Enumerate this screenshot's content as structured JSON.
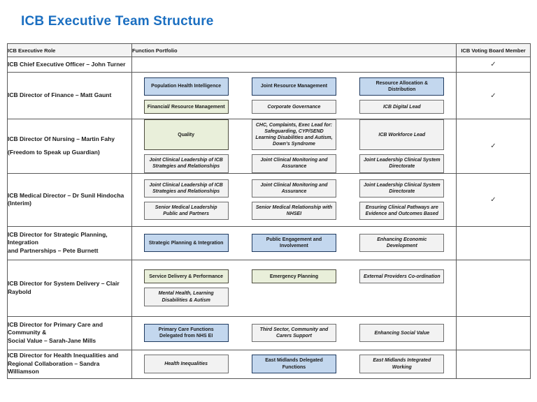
{
  "title": "ICB Executive Team Structure",
  "colors": {
    "title": "#1b6fc1",
    "blue_fill": "#c3d7ee",
    "blue_border": "#1f3a5f",
    "green_fill": "#e9efda",
    "green_border": "#4d4d3f",
    "plain_fill": "#f2f2f2",
    "plain_border": "#6e6e6e"
  },
  "table": {
    "headers": [
      "ICB Executive Role",
      "Function Portfolio",
      "ICB Voting Board Member"
    ],
    "check_glyph": "✓",
    "rows": [
      {
        "role_lines": [
          "ICB Chief Executive Officer – John Turner"
        ],
        "role_gap": false,
        "voting": true,
        "portfolio": [
          [],
          [],
          []
        ]
      },
      {
        "role_lines": [
          "ICB Director of Finance – Matt Gaunt"
        ],
        "role_gap": false,
        "voting": true,
        "portfolio": [
          [
            {
              "label": "Population Health Intelligence",
              "style": "blue"
            },
            {
              "label": "Financial/ Resource Management",
              "style": "green"
            }
          ],
          [
            {
              "label": "Joint Resource Management",
              "style": "blue"
            },
            {
              "label": "Corporate Governance",
              "style": "plain"
            }
          ],
          [
            {
              "label": "Resource Allocation & Distribution",
              "style": "blue"
            },
            {
              "label": "ICB Digital Lead",
              "style": "plain"
            }
          ]
        ]
      },
      {
        "role_lines": [
          "ICB Director Of Nursing – Martin Fahy",
          "(Freedom to Speak up Guardian)"
        ],
        "role_gap": true,
        "voting": true,
        "portfolio": [
          [
            {
              "label": "Quality",
              "style": "green"
            },
            {
              "label": "Joint Clinical Leadership of ICB Strategies and Relationships",
              "style": "plain"
            }
          ],
          [
            {
              "label": "CHC, Complaints, Exec Lead for: Safeguarding, CYP/SEND Learning Disabilities and Autism, Down’s Syndrome",
              "style": "plain"
            },
            {
              "label": "Joint Clinical Monitoring and Assurance",
              "style": "plain"
            }
          ],
          [
            {
              "label": "ICB Workforce Lead",
              "style": "plain"
            },
            {
              "label": "Joint Leadership Clinical System Directorate",
              "style": "plain"
            }
          ]
        ]
      },
      {
        "role_lines": [
          "ICB Medical Director – Dr Sunil Hindocha",
          "(Interim)"
        ],
        "role_gap": false,
        "voting": true,
        "portfolio": [
          [
            {
              "label": "Joint Clinical Leadership of ICB Strategies and Relationships",
              "style": "plain"
            },
            {
              "label": "Senior Medical Leadership Public and Partners",
              "style": "plain"
            }
          ],
          [
            {
              "label": "Joint Clinical Monitoring and Assurance",
              "style": "plain"
            },
            {
              "label": "Senior Medical Relationship with NHSEI",
              "style": "plain"
            }
          ],
          [
            {
              "label": "Joint Leadership Clinical System Directorate",
              "style": "plain"
            },
            {
              "label": "Ensuring Clinical Pathways are Evidence and Outcomes Based",
              "style": "plain"
            }
          ]
        ]
      },
      {
        "role_lines": [
          "ICB Director for Strategic Planning, Integration",
          "and Partnerships – Pete Burnett"
        ],
        "role_gap": false,
        "voting": false,
        "portfolio": [
          [
            {
              "label": "Strategic Planning & Integration",
              "style": "blue"
            }
          ],
          [
            {
              "label": "Public Engagement and Involvement",
              "style": "blue"
            }
          ],
          [
            {
              "label": "Enhancing Economic Development",
              "style": "plain"
            }
          ]
        ]
      },
      {
        "role_lines": [
          "ICB Director for System Delivery – Clair Raybold"
        ],
        "role_gap": false,
        "voting": false,
        "portfolio": [
          [
            {
              "label": "Service Delivery & Performance",
              "style": "green"
            },
            {
              "label": "Mental Health, Learning Disabilities & Autism",
              "style": "plain"
            }
          ],
          [
            {
              "label": "Emergency Planning",
              "style": "green"
            }
          ],
          [
            {
              "label": "External Providers Co-ordination",
              "style": "plain"
            }
          ]
        ]
      },
      {
        "role_lines": [
          "ICB Director for Primary Care and Community &",
          "Social Value – Sarah-Jane Mills"
        ],
        "role_gap": false,
        "voting": false,
        "portfolio": [
          [
            {
              "label": "Primary Care Functions Delegated from NHS EI",
              "style": "blue"
            }
          ],
          [
            {
              "label": "Third Sector, Community and Carers Support",
              "style": "plain"
            }
          ],
          [
            {
              "label": "Enhancing Social Value",
              "style": "plain"
            }
          ]
        ]
      },
      {
        "role_lines": [
          "ICB Director for Health Inequalities and",
          "Regional Collaboration – Sandra Williamson"
        ],
        "role_gap": false,
        "voting": false,
        "portfolio": [
          [
            {
              "label": "Health Inequalities",
              "style": "plain"
            }
          ],
          [
            {
              "label": "East Midlands Delegated Functions",
              "style": "blue"
            }
          ],
          [
            {
              "label": "East Midlands Integrated Working",
              "style": "plain"
            }
          ]
        ]
      }
    ]
  }
}
